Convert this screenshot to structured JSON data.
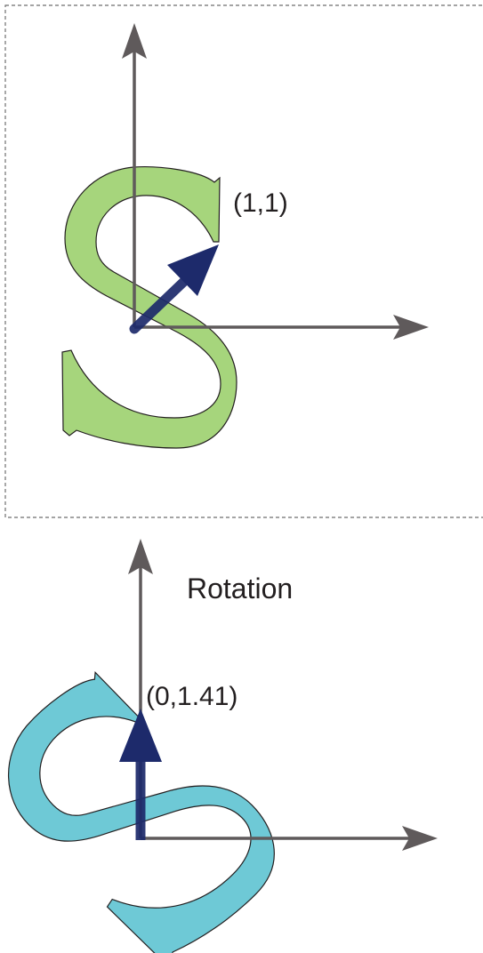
{
  "panels": [
    {
      "name": "original",
      "point_label": "(1,1)",
      "vector": [
        1,
        1
      ],
      "letter": "S",
      "letter_fill": "#a6d57c"
    },
    {
      "name": "rotated",
      "title": "Rotation",
      "point_label": "(0,1.41)",
      "vector": [
        0,
        1.41
      ],
      "letter": "S",
      "letter_fill": "#6ec9d6"
    }
  ],
  "colors": {
    "axis": "#5f5a5b",
    "arrow": "#1d2a6b",
    "outline": "#231f20",
    "frame": "#6d6d6d"
  },
  "icons": {
    "axis_head": "triangle-arrowhead",
    "vector_head": "triangle-arrowhead"
  }
}
